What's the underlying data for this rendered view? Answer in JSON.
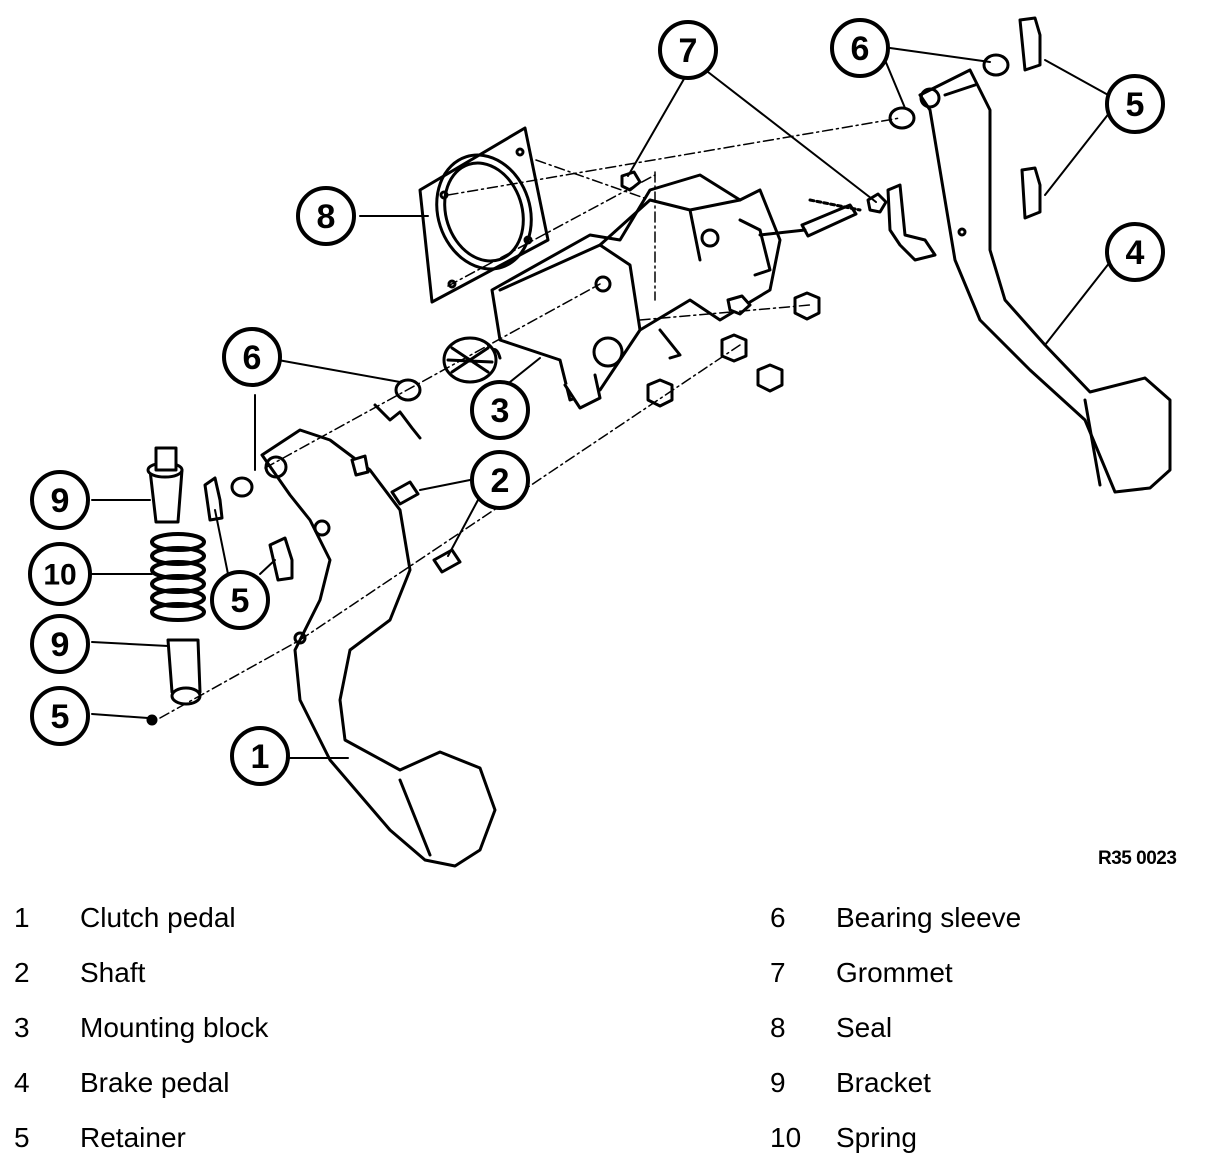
{
  "figure_code": "R35 0023",
  "callouts": [
    "7",
    "6",
    "5",
    "8",
    "4",
    "6",
    "3",
    "2",
    "9",
    "10",
    "5",
    "9",
    "5",
    "1"
  ],
  "legend": [
    {
      "number": "1",
      "label": "Clutch pedal"
    },
    {
      "number": "2",
      "label": "Shaft"
    },
    {
      "number": "3",
      "label": "Mounting block"
    },
    {
      "number": "4",
      "label": "Brake pedal"
    },
    {
      "number": "5",
      "label": "Retainer"
    },
    {
      "number": "6",
      "label": "Bearing sleeve"
    },
    {
      "number": "7",
      "label": "Grommet"
    },
    {
      "number": "8",
      "label": "Seal"
    },
    {
      "number": "9",
      "label": "Bracket"
    },
    {
      "number": "10",
      "label": "Spring"
    }
  ]
}
